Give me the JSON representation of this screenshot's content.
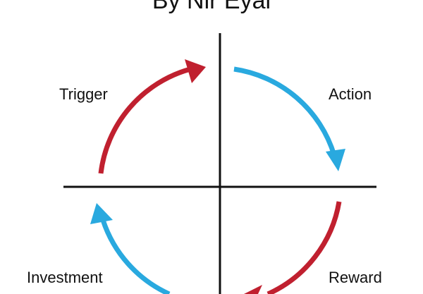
{
  "title": "By Nir Eyal",
  "stages": [
    {
      "label": "Trigger",
      "color": "#c0202f"
    },
    {
      "label": "Action",
      "color": "#29a9df"
    },
    {
      "label": "Reward",
      "color": "#c0202f"
    },
    {
      "label": "Investment",
      "color": "#29a9df"
    }
  ],
  "axis_color": "#111111"
}
